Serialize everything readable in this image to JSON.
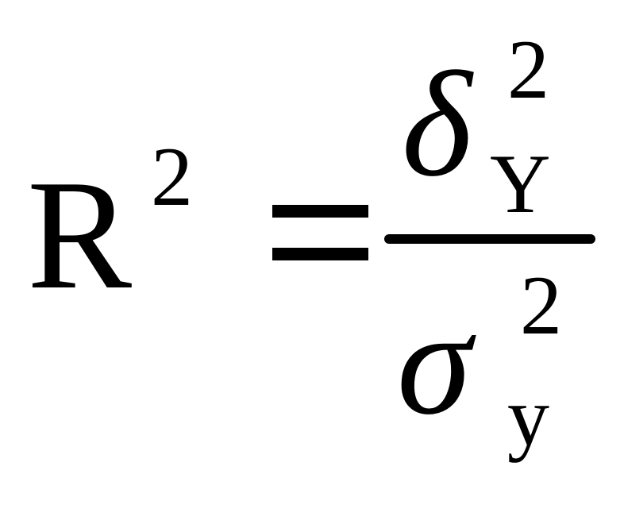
{
  "formula": {
    "lhs": {
      "symbol": "R",
      "exponent": "2"
    },
    "relation": "=",
    "numerator": {
      "symbol": "δ",
      "exponent": "2",
      "subscript": "Y"
    },
    "denominator": {
      "symbol": "σ",
      "exponent": "2",
      "subscript": "y"
    }
  }
}
